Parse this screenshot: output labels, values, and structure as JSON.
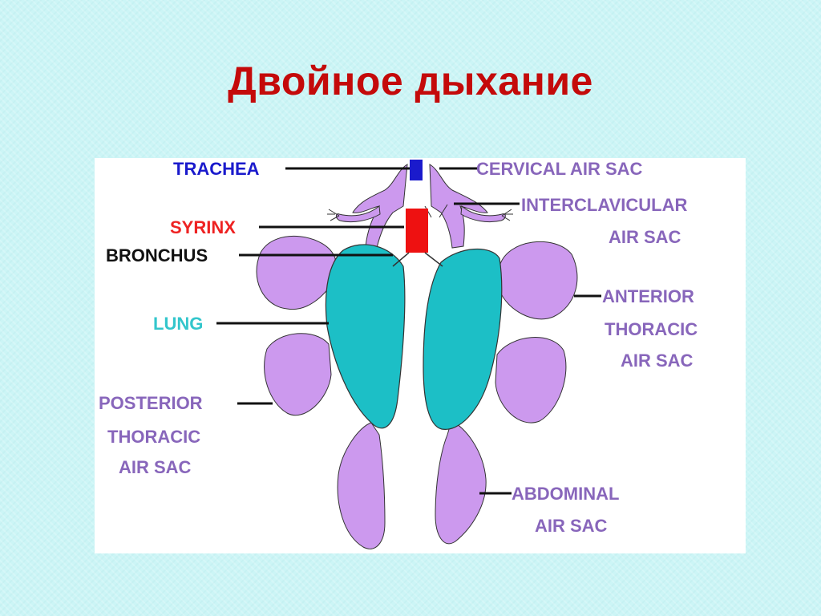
{
  "title": "Двойное дыхание",
  "colors": {
    "title": "#c40a0a",
    "air_sac": "#cc99ee",
    "lung": "#1cbfc6",
    "trachea_label": "#1a1acc",
    "syrinx_label": "#ee2222",
    "bronchus_label": "#111111",
    "lung_label": "#33c6cc",
    "air_sac_label": "#8866bb"
  },
  "labels": {
    "trachea": "TRACHEA",
    "syrinx": "SYRINX",
    "bronchus": "BRONCHUS",
    "lung": "LUNG",
    "posterior_thoracic": [
      "POSTERIOR",
      "THORACIC",
      "AIR SAC"
    ],
    "cervical": "CERVICAL AIR SAC",
    "interclavicular": [
      "INTERCLAVICULAR",
      "AIR SAC"
    ],
    "anterior_thoracic": [
      "ANTERIOR",
      "THORACIC",
      "AIR SAC"
    ],
    "abdominal": [
      "ABDOMINAL",
      "AIR SAC"
    ]
  }
}
